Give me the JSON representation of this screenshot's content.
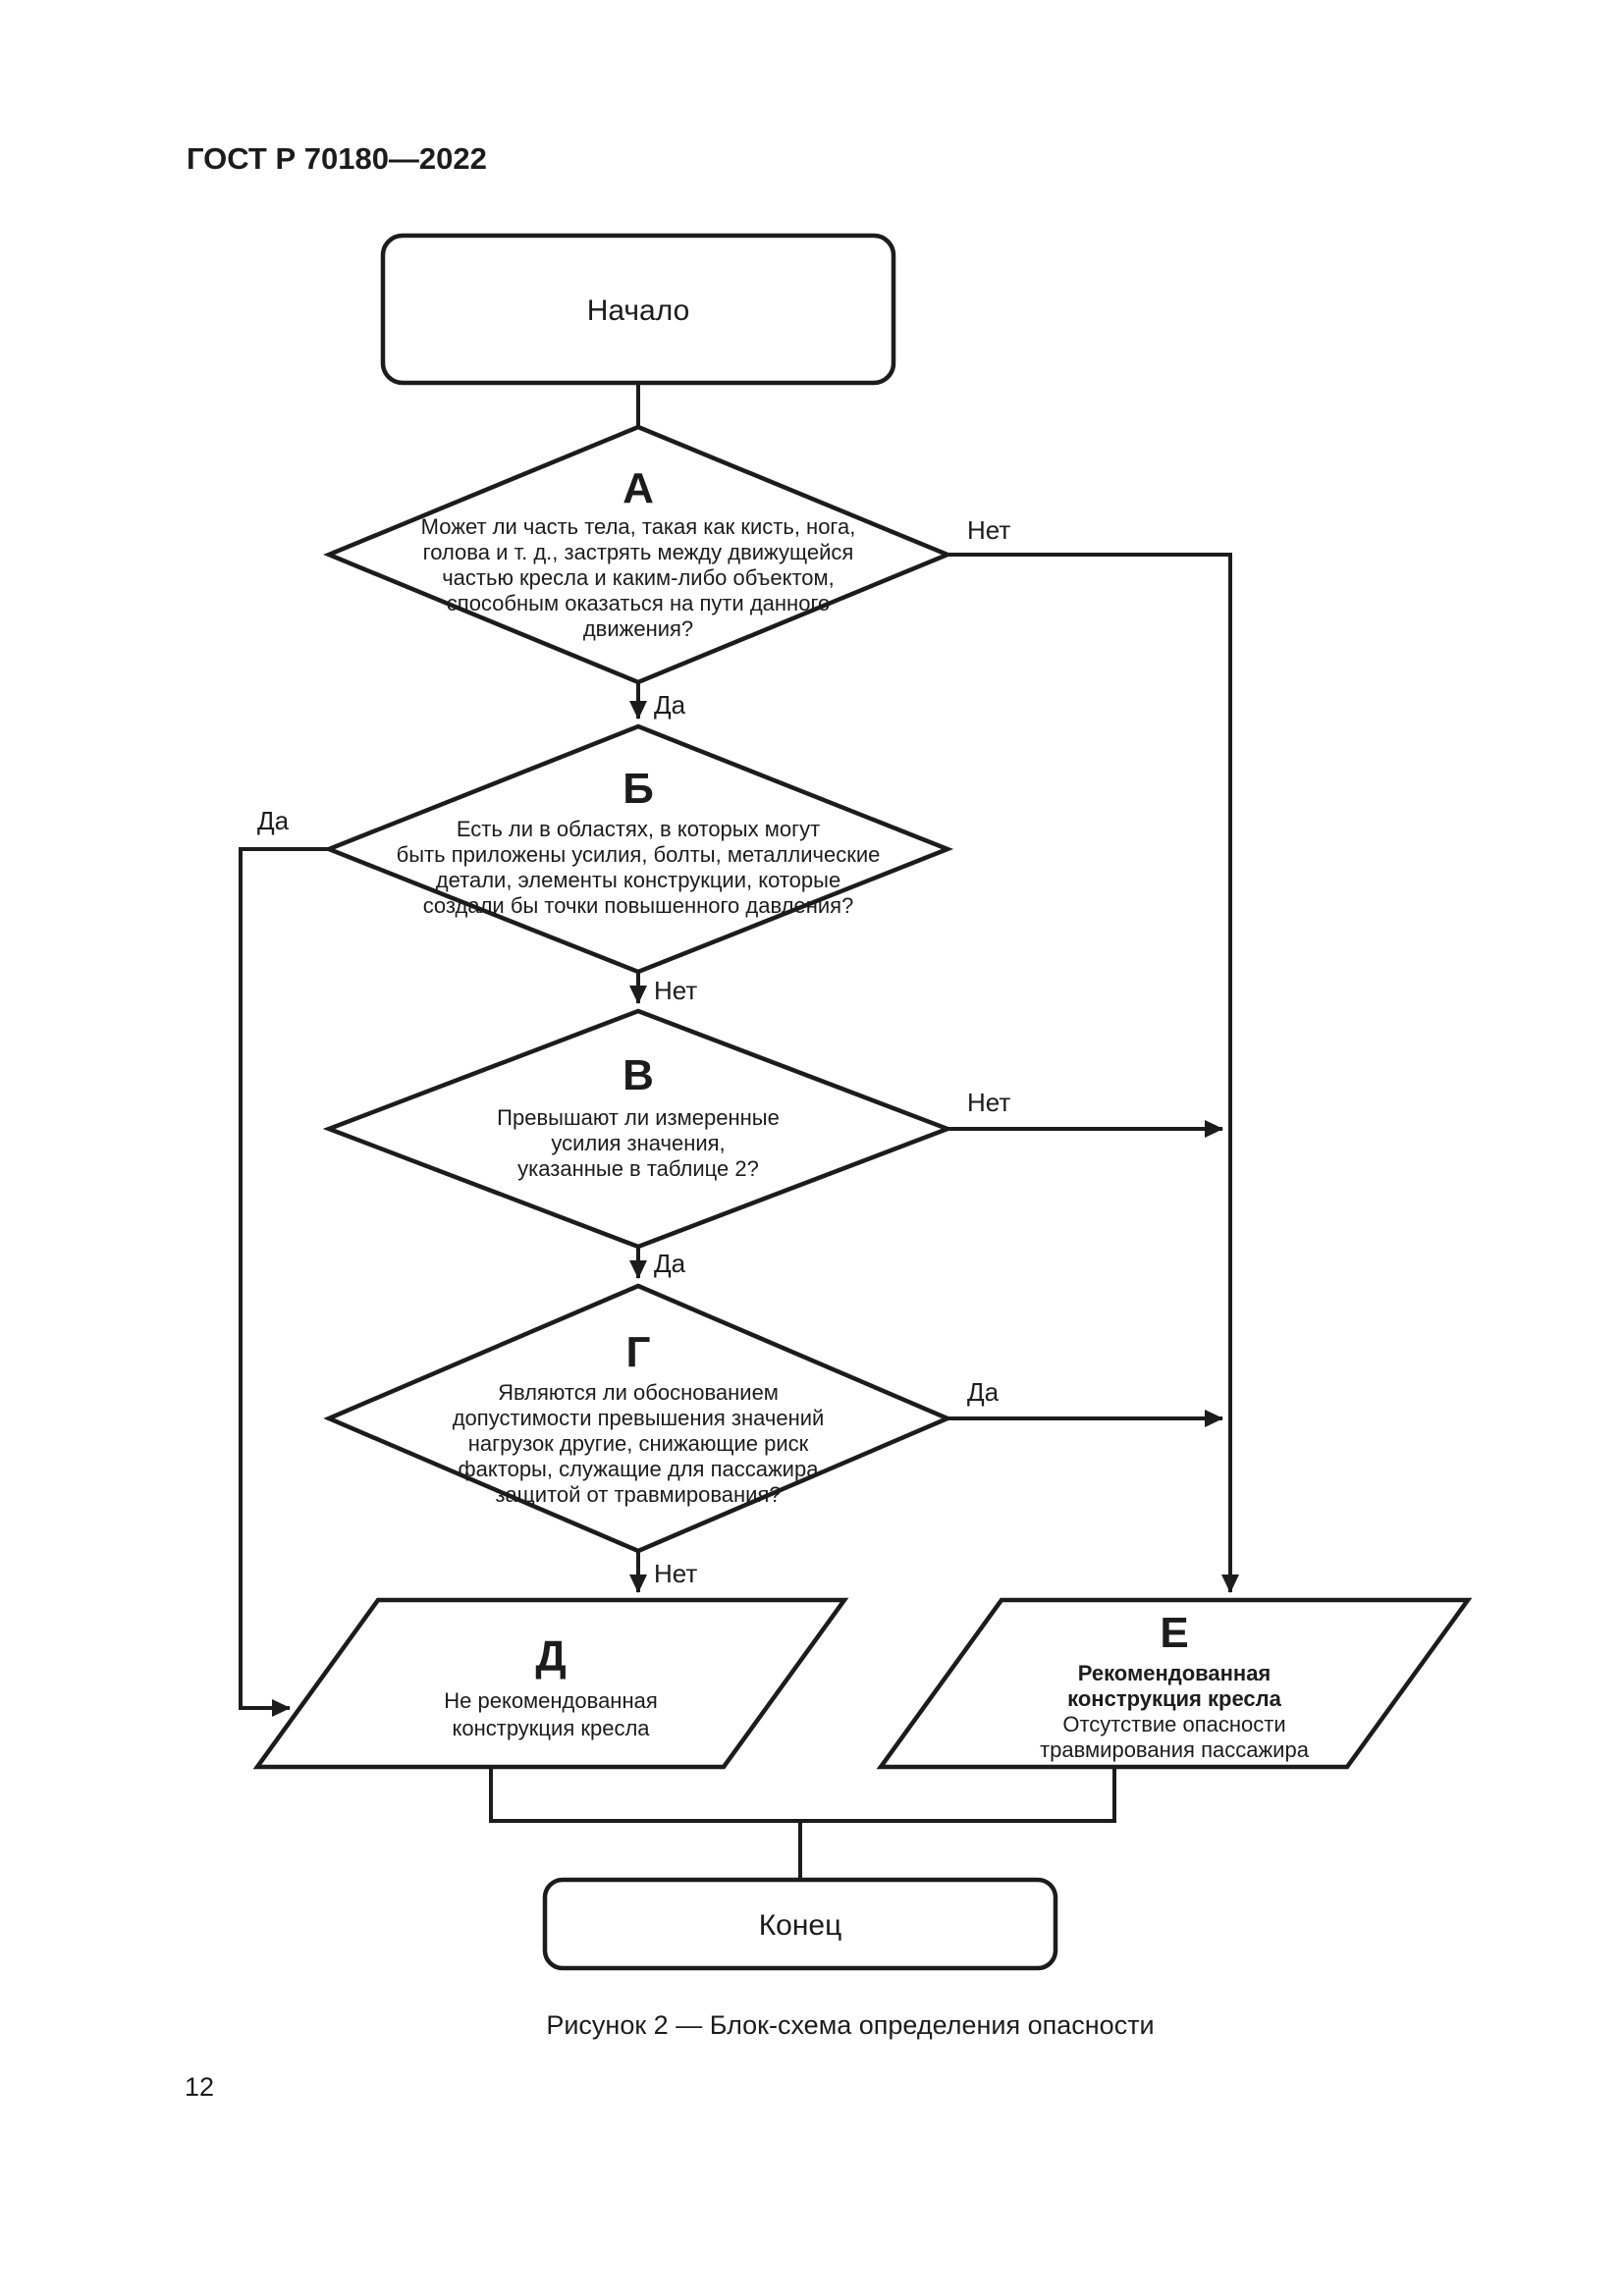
{
  "page": {
    "header": "ГОСТ Р 70180—2022",
    "caption": "Рисунок 2 — Блок-схема определения опасности",
    "page_number": "12"
  },
  "flowchart": {
    "start": {
      "label": "Начало"
    },
    "end": {
      "label": "Конец"
    },
    "edge_labels": {
      "yes": "Да",
      "no": "Нет"
    },
    "nodes": {
      "a": {
        "letter": "А",
        "lines": [
          "Может ли часть тела, такая как кисть, нога,",
          "голова и т. д., застрять между движущейся",
          "частью кресла и каким-либо объектом,",
          "способным оказаться на пути данного",
          "движения?"
        ]
      },
      "b": {
        "letter": "Б",
        "lines": [
          "Есть ли в областях, в которых могут",
          "быть приложены усилия, болты, металлические",
          "детали, элементы конструкции, которые",
          "создали бы точки повышенного давления?"
        ]
      },
      "v": {
        "letter": "В",
        "lines": [
          "Превышают ли измеренные",
          "усилия значения,",
          "указанные в таблице 2?"
        ]
      },
      "g": {
        "letter": "Г",
        "lines": [
          "Являются ли обоснованием",
          "допустимости превышения значений",
          "нагрузок другие, снижающие риск",
          "факторы, служащие для пассажира",
          "защитой от травмирования?"
        ]
      },
      "d": {
        "letter": "Д",
        "lines": [
          "Не рекомендованная",
          "конструкция кресла"
        ]
      },
      "e": {
        "letter": "Е",
        "bold_lines": [
          "Рекомендованная",
          "конструкция кресла"
        ],
        "lines": [
          "Отсутствие опасности",
          "травмирования пассажира"
        ]
      }
    },
    "ink_color": "#1c1c1c",
    "paper_color": "#ffffff"
  }
}
